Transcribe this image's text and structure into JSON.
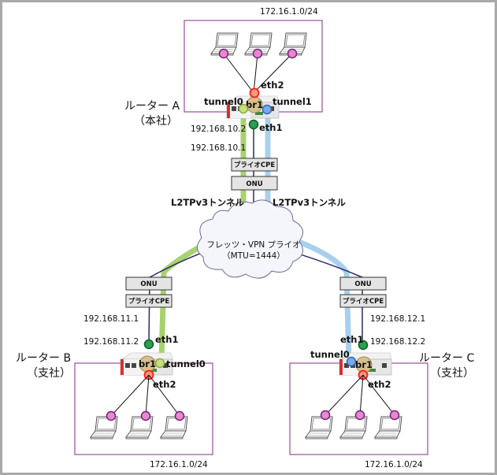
{
  "colors": {
    "tunnel0_green": "#a8d170",
    "tunnel1_blue": "#a8d0ee",
    "physical_line": "#2b2a6b",
    "lan_box": "#9b4d9b",
    "eth2_red": "#ff1a1a",
    "eth1_green": "#1e8a3a",
    "tunnel0_node": "#c7e07a",
    "tunnel1_node": "#5b8fd6",
    "br1_node": "#d7c08c",
    "pc_node": "#e58ad0",
    "frame": "#a9a9a9"
  },
  "router_a": {
    "name": "ルーター A",
    "site": "（本社）",
    "lan": "172.16.1.0/24",
    "bridge": "br1",
    "eth2": "eth2",
    "eth1": "eth1",
    "tunnel0": "tunnel0",
    "tunnel1": "tunnel1",
    "wan_ip": "192.168.10.2",
    "gw_ip": "192.168.10.1",
    "cpe": "プライオCPE",
    "onu": "ONU"
  },
  "router_b": {
    "name": "ルーター B",
    "site": "（支社）",
    "lan": "172.16.1.0/24",
    "bridge": "br1",
    "eth2": "eth2",
    "eth1": "eth1",
    "tunnel0": "tunnel0",
    "wan_ip": "192.168.11.2",
    "gw_ip": "192.168.11.1",
    "cpe": "プライオCPE",
    "onu": "ONU"
  },
  "router_c": {
    "name": "ルーター C",
    "site": "（支社）",
    "lan": "172.16.1.0/24",
    "bridge": "br1",
    "eth2": "eth2",
    "eth1": "eth1",
    "tunnel0": "tunnel0",
    "wan_ip": "192.168.12.2",
    "gw_ip": "192.168.12.1",
    "cpe": "プライオCPE",
    "onu": "ONU"
  },
  "tunnels": {
    "left_label": "L2TPv3トンネル",
    "right_label": "L2TPv3トンネル"
  },
  "cloud": {
    "line1": "フレッツ・VPN プライオ",
    "line2": "（MTU=1444）"
  }
}
